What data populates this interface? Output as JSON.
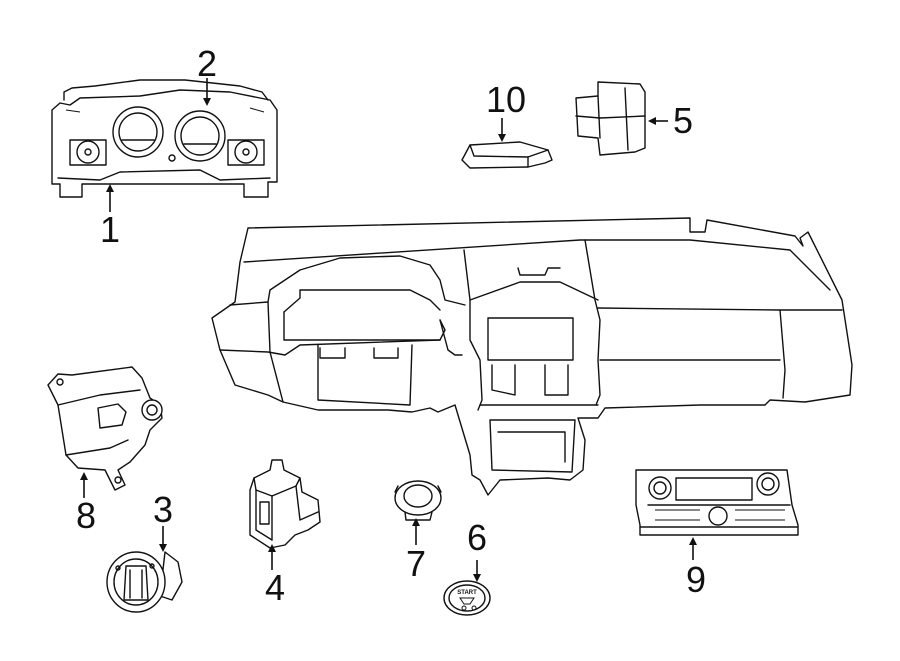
{
  "callouts": {
    "c1": "1",
    "c2": "2",
    "c3": "3",
    "c4": "4",
    "c5": "5",
    "c6": "6",
    "c7": "7",
    "c8": "8",
    "c9": "9",
    "c10": "10"
  },
  "part6": {
    "start_text": "START"
  },
  "colors": {
    "line": "#111111",
    "background": "#ffffff"
  },
  "icons": [
    "instrument-cluster",
    "ignition-switch-module",
    "headlamp-switch",
    "door-switch",
    "power-outlet",
    "start-button",
    "switch-assembly",
    "climate-control-panel",
    "control-module",
    "instrument-panel"
  ]
}
